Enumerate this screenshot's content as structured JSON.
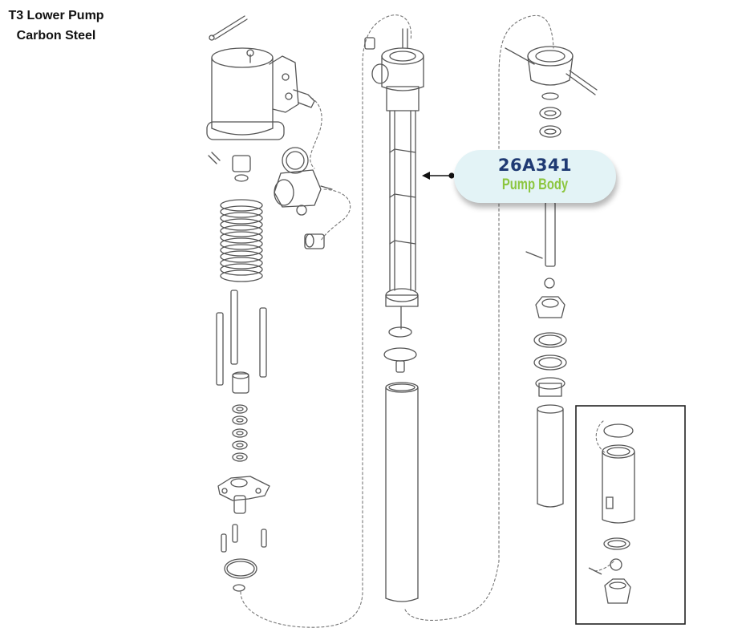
{
  "title": {
    "line1": "T3 Lower Pump",
    "line2": "Carbon Steel"
  },
  "callout": {
    "part_number": "26A341",
    "part_name": "Pump Body"
  },
  "colors": {
    "part_number": "#1f3a73",
    "part_name": "#8cc63f",
    "callout_background": "#e3f3f6",
    "line_art": "#555555"
  }
}
